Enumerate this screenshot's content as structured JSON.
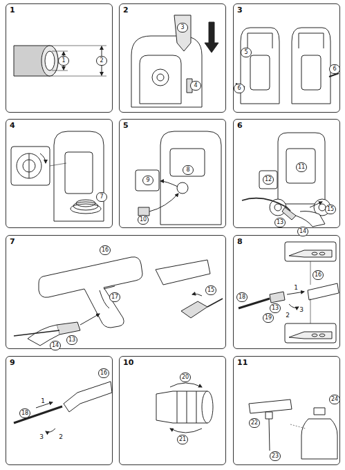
{
  "diagram": {
    "nodes": [
      {
        "text": [
          "1"
        ]
      },
      {
        "text": [
          "2"
        ]
      },
      {
        "text": [
          "3"
        ]
      },
      {
        "text": [
          "4"
        ]
      },
      {
        "text": [
          "5"
        ]
      },
      {
        "text": [
          "6"
        ]
      },
      {
        "text": [
          "7"
        ]
      },
      {
        "text": [
          "8"
        ]
      },
      {
        "text": [
          "9"
        ]
      },
      {
        "text": [
          "10"
        ]
      },
      {
        "text": [
          "11"
        ]
      }
    ],
    "labels": [
      "1",
      "2",
      "3",
      "4",
      "5",
      "6",
      "6",
      "7",
      "9",
      "8",
      "10",
      "12",
      "11",
      "15",
      "13",
      "14",
      "16",
      "17",
      "13",
      "14",
      "15",
      "18",
      "13",
      "19",
      "16",
      "1",
      "2",
      "3",
      "16",
      "18",
      "1",
      "2",
      "3",
      "20",
      "21",
      "22",
      "24",
      "23"
    ]
  }
}
